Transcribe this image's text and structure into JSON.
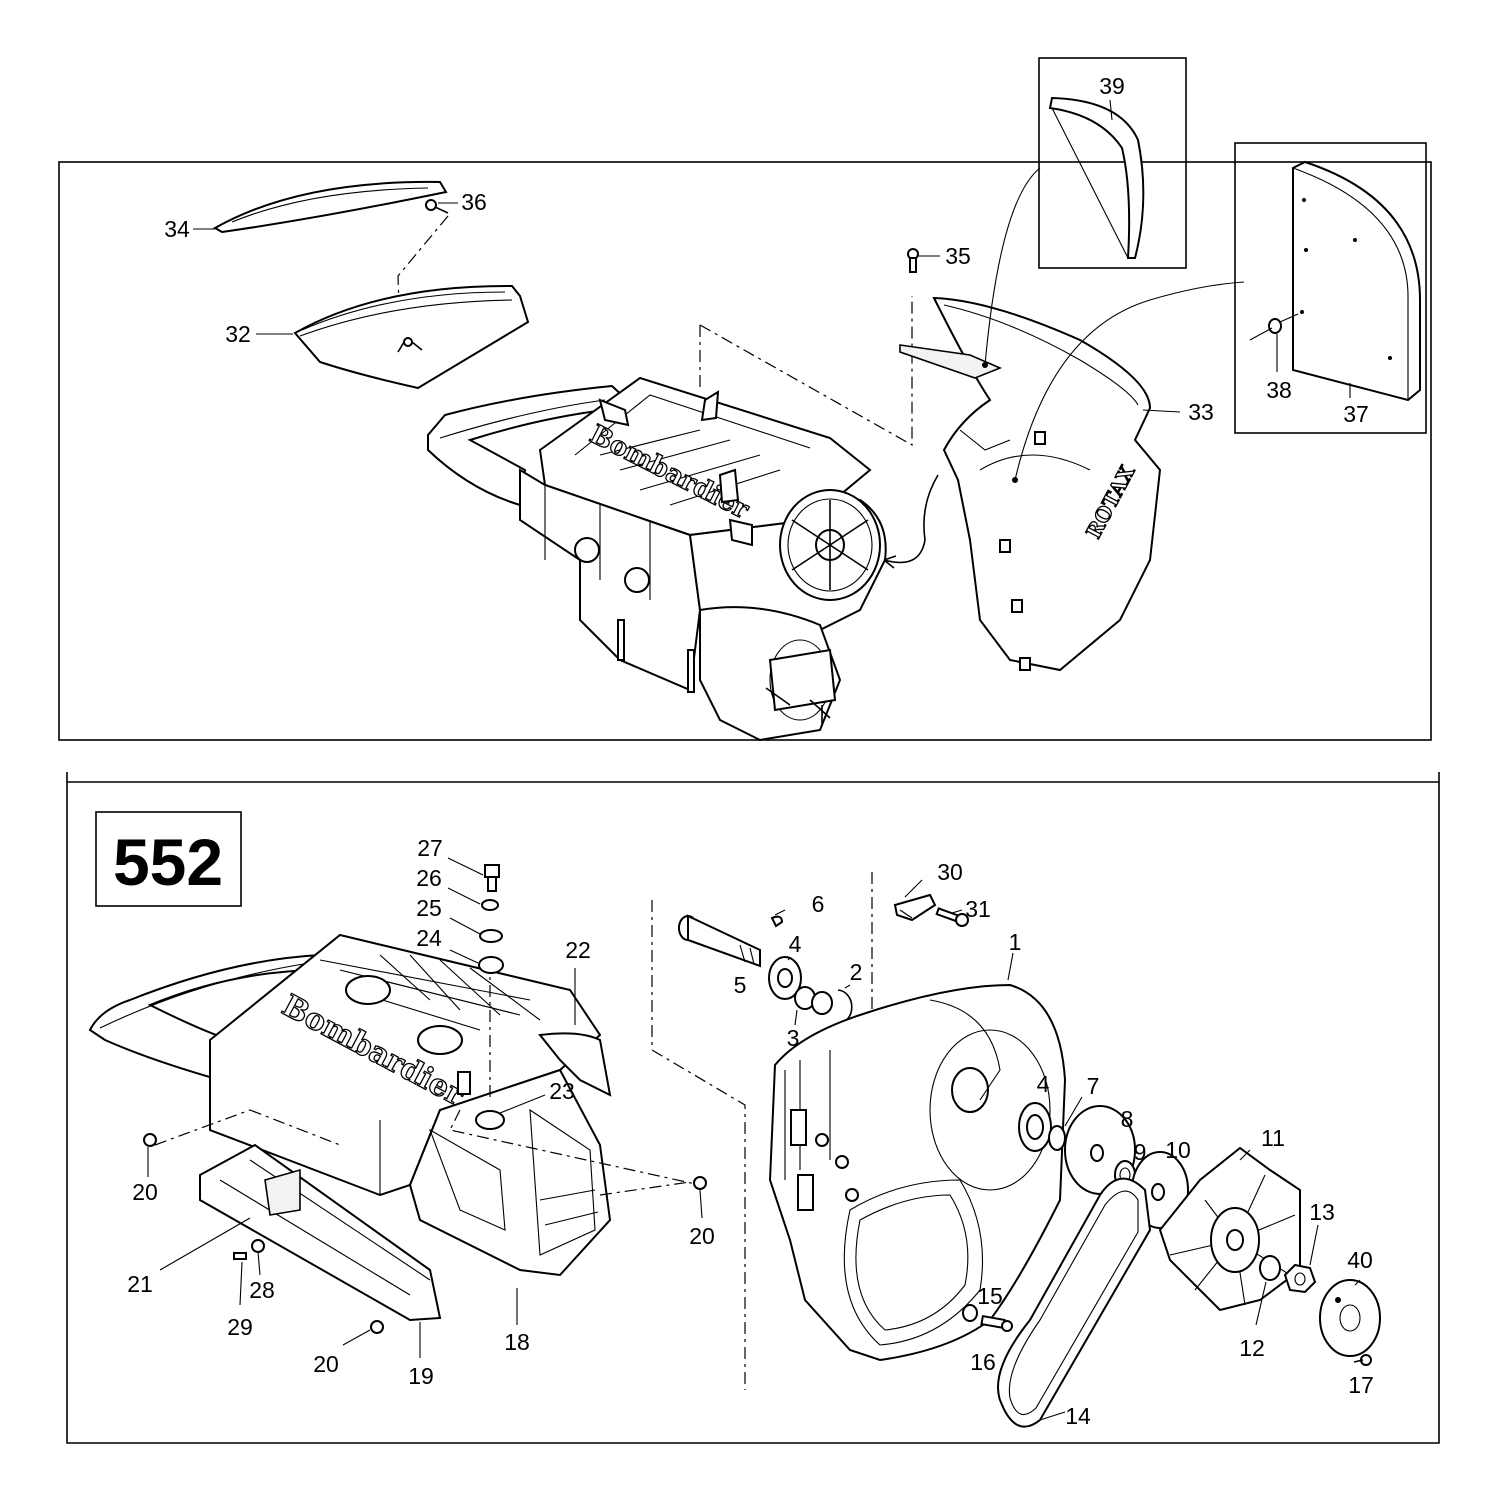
{
  "diagram": {
    "badge": "552",
    "brand": "Bombardier",
    "brand_sub": "ROTAX",
    "upper_callouts": {
      "c32": "32",
      "c33": "33",
      "c34": "34",
      "c35": "35",
      "c36": "36",
      "c37": "37",
      "c38": "38",
      "c39": "39"
    },
    "lower_callouts": {
      "c1": "1",
      "c2": "2",
      "c3": "3",
      "c4a": "4",
      "c4b": "4",
      "c5": "5",
      "c6": "6",
      "c7": "7",
      "c8": "8",
      "c9": "9",
      "c10": "10",
      "c11": "11",
      "c12": "12",
      "c13": "13",
      "c14": "14",
      "c15": "15",
      "c16": "16",
      "c17": "17",
      "c18": "18",
      "c19": "19",
      "c20a": "20",
      "c20b": "20",
      "c20c": "20",
      "c21": "21",
      "c22": "22",
      "c23": "23",
      "c24": "24",
      "c25": "25",
      "c26": "26",
      "c27": "27",
      "c28": "28",
      "c29": "29",
      "c30": "30",
      "c31": "31",
      "c40": "40"
    }
  }
}
